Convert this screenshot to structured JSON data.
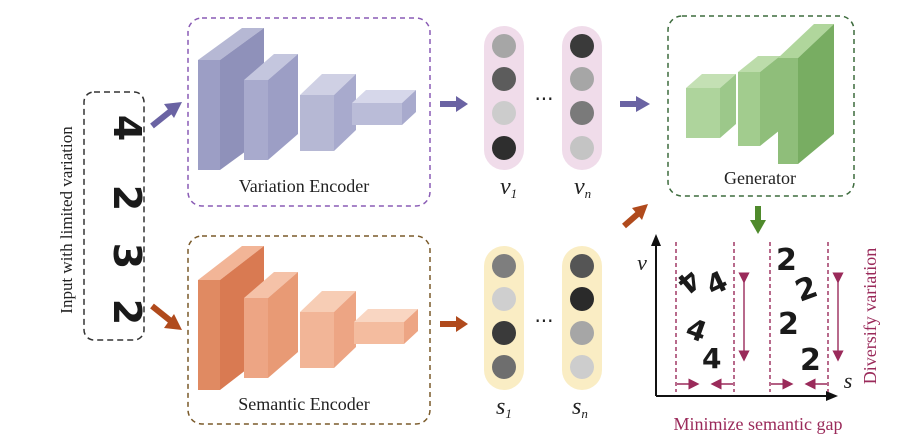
{
  "input": {
    "label": "Input with limited variation",
    "digits": [
      "4",
      "2",
      "3",
      "2"
    ]
  },
  "variation_encoder": {
    "label": "Variation Encoder"
  },
  "semantic_encoder": {
    "label": "Semantic Encoder"
  },
  "generator": {
    "label": "Generator"
  },
  "variation_codes": {
    "first": {
      "label_main": "v",
      "label_sub": "1"
    },
    "last": {
      "label_main": "v",
      "label_sub": "n"
    },
    "ellipsis": "..."
  },
  "semantic_codes": {
    "first": {
      "label_main": "s",
      "label_sub": "1"
    },
    "last": {
      "label_main": "s",
      "label_sub": "n"
    },
    "ellipsis": "..."
  },
  "output_plot": {
    "y_axis_label": "v",
    "x_axis_label": "s",
    "left_cluster_digits": [
      "4",
      "4",
      "4",
      "4"
    ],
    "right_cluster_digits": [
      "2",
      "2",
      "2",
      "2"
    ],
    "side_label": "Diversify variation",
    "bottom_label": "Minimize semantic gap"
  },
  "colors": {
    "variation_border": "#8a5cb5",
    "semantic_border": "#7a5a2a",
    "generator_border": "#3d6b3d",
    "variation_arrow": "#6a63a3",
    "semantic_arrow": "#b04a1c",
    "generator_arrow": "#4f8a2c",
    "annotation": "#9a2a5a"
  }
}
